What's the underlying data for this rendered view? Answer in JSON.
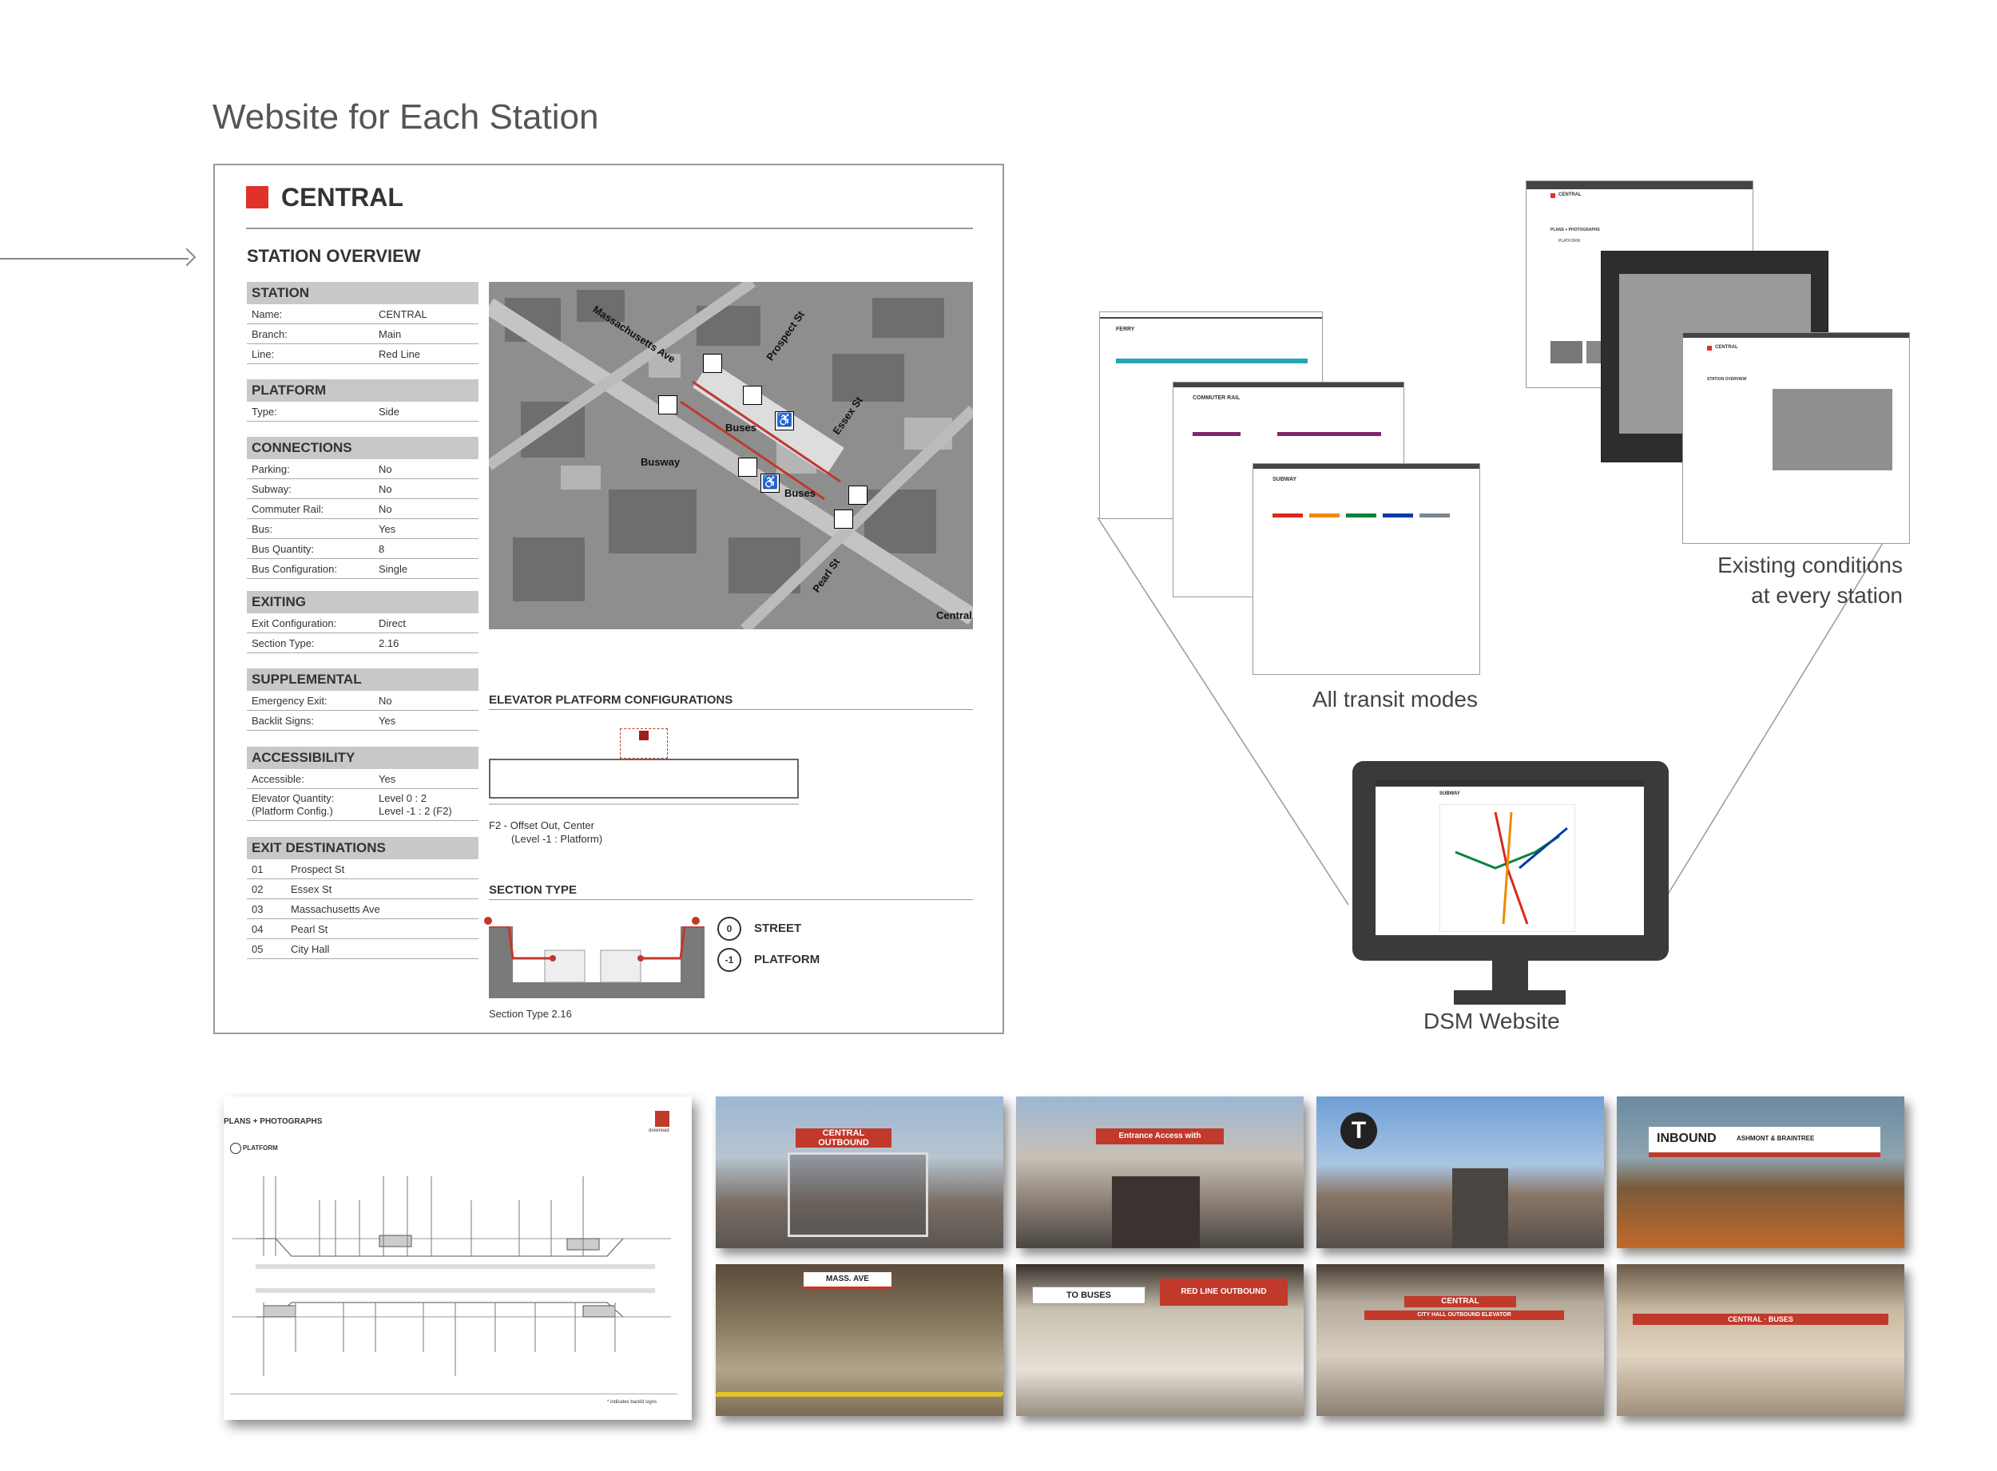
{
  "page_title": "Website for Each Station",
  "station_panel": {
    "station_name": "CENTRAL",
    "overview_title": "STATION OVERVIEW",
    "sections": [
      {
        "title": "STATION",
        "rows": [
          {
            "k": "Name:",
            "v": "CENTRAL"
          },
          {
            "k": "Branch:",
            "v": "Main"
          },
          {
            "k": "Line:",
            "v": "Red Line"
          }
        ]
      },
      {
        "title": "PLATFORM",
        "rows": [
          {
            "k": "Type:",
            "v": "Side"
          }
        ]
      },
      {
        "title": "CONNECTIONS",
        "rows": [
          {
            "k": "Parking:",
            "v": "No"
          },
          {
            "k": "Subway:",
            "v": "No"
          },
          {
            "k": "Commuter Rail:",
            "v": "No"
          },
          {
            "k": "Bus:",
            "v": "Yes"
          },
          {
            "k": "Bus Quantity:",
            "v": "8"
          },
          {
            "k": "Bus Configuration:",
            "v": "Single"
          }
        ]
      },
      {
        "title": "EXITING",
        "rows": [
          {
            "k": "Exit Configuration:",
            "v": "Direct"
          },
          {
            "k": "Section Type:",
            "v": "2.16"
          }
        ]
      },
      {
        "title": "SUPPLEMENTAL",
        "rows": [
          {
            "k": "Emergency Exit:",
            "v": "No"
          },
          {
            "k": "Backlit Signs:",
            "v": "Yes"
          }
        ]
      },
      {
        "title": "ACCESSIBILITY",
        "rows": [
          {
            "k": "Accessible:",
            "v": "Yes"
          }
        ],
        "multi": {
          "k1": "Elevator Quantity:",
          "k2": "(Platform Config.)",
          "v1": "Level 0 : 2",
          "v2": "Level -1 : 2 (F2)"
        }
      },
      {
        "title": "EXIT DESTINATIONS",
        "rows": [
          {
            "k": "01",
            "v": "Prospect St"
          },
          {
            "k": "02",
            "v": "Essex St"
          },
          {
            "k": "03",
            "v": "Massachusetts Ave"
          },
          {
            "k": "04",
            "v": "Pearl St"
          },
          {
            "k": "05",
            "v": "City Hall"
          }
        ]
      }
    ],
    "map_labels": {
      "mass_ave": "Massachusetts Ave",
      "prospect": "Prospect St",
      "essex": "Essex St",
      "busway": "Busway",
      "buses_1": "Buses",
      "buses_2": "Buses",
      "pearl": "Pearl St",
      "central": "Central"
    },
    "elevator_title": "ELEVATOR PLATFORM CONFIGURATIONS",
    "elevator_caption_1": "F2 - Offset Out, Center",
    "elevator_caption_2": "(Level -1 : Platform)",
    "section_type_title": "SECTION TYPE",
    "section_caption": "Section Type 2.16",
    "levels": [
      {
        "num": "0",
        "label": "STREET"
      },
      {
        "num": "-1",
        "label": "PLATFORM"
      }
    ]
  },
  "captions": {
    "all_modes": "All transit modes",
    "existing_1": "Existing conditions",
    "existing_2": "at every station",
    "dsm": "DSM Website"
  },
  "mini_screens": {
    "ferry": "FERRY",
    "commuter": "COMMUTER RAIL",
    "subway": "SUBWAY",
    "central": "CENTRAL",
    "overview": "STATION OVERVIEW",
    "plans": "PLANS + PHOTOGRAPHS",
    "platform": "PLATFORM"
  },
  "plan": {
    "title": "PLANS + PHOTOGRAPHS",
    "download": "download",
    "level": "PLATFORM",
    "footnote": "* indicates backlit signs"
  },
  "photos": [
    {
      "sign": "CENTRAL",
      "sub": "OUTBOUND"
    },
    {
      "sign": "Entrance Access with",
      "sub": ""
    },
    {
      "sign": "T",
      "sub": ""
    },
    {
      "sign": "INBOUND",
      "sub": "ASHMONT & BRAINTREE"
    },
    {
      "sign": "MASS. AVE",
      "sub": ""
    },
    {
      "sign": "TO BUSES",
      "sub": "RED LINE OUTBOUND"
    },
    {
      "sign": "CENTRAL",
      "sub": "CITY HALL  OUTBOUND  ELEVATOR"
    },
    {
      "sign": "CENTRAL",
      "sub": "BUSES"
    }
  ],
  "colors": {
    "red": "#e0322a",
    "gray": "#c8c8c8",
    "dark": "#3a3a3a"
  }
}
